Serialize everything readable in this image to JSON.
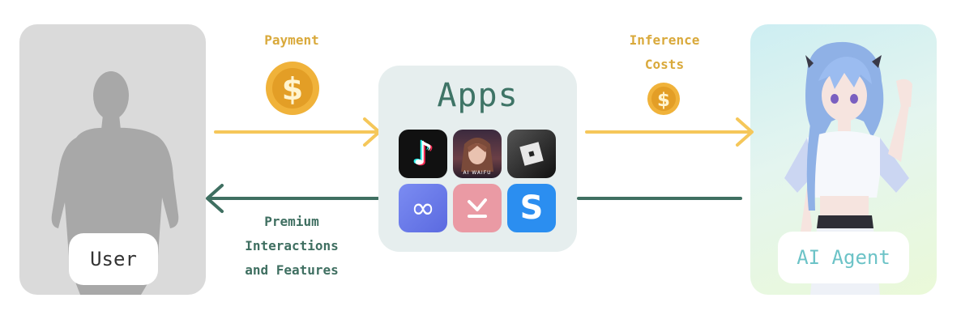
{
  "colors": {
    "flow_gold": "#f5c75a",
    "flow_green": "#3f6f61",
    "coin_gold": "#f0b23a"
  },
  "user": {
    "label": "User",
    "icon": "person-silhouette"
  },
  "agent": {
    "label": "AI Agent",
    "icon": "anime-character"
  },
  "apps": {
    "title": "Apps",
    "icons": [
      {
        "name": "tiktok-icon",
        "glyph": "♪"
      },
      {
        "name": "ai-waifu-icon",
        "caption": "AI WAIFU"
      },
      {
        "name": "roblox-icon"
      },
      {
        "name": "infinity-app-icon",
        "glyph": "∞"
      },
      {
        "name": "pink-app-icon"
      },
      {
        "name": "s-app-icon",
        "glyph": "S"
      }
    ]
  },
  "flows": {
    "payment": "Payment",
    "inference_line1": "Inference",
    "inference_line2": "Costs",
    "premium_line1": "Premium",
    "premium_line2": "Interactions",
    "premium_line3": "and Features",
    "coin_symbol": "$"
  }
}
